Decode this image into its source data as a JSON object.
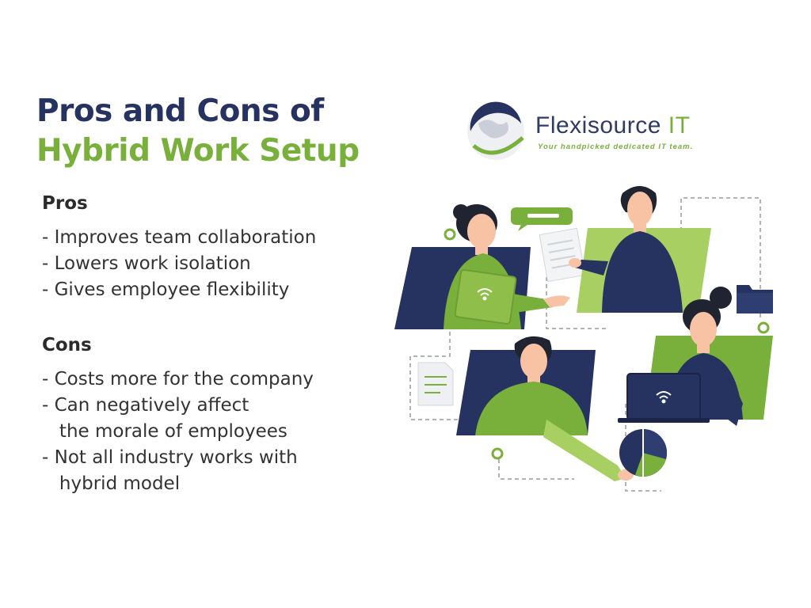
{
  "title": {
    "line1": "Pros and Cons of",
    "line2": "Hybrid Work Setup"
  },
  "pros": {
    "heading": "Pros",
    "items": [
      "- Improves team collaboration",
      "- Lowers work isolation",
      "- Gives employee flexibility"
    ]
  },
  "cons": {
    "heading": "Cons",
    "items": [
      "- Costs more for the company",
      "- Can negatively affect",
      "   the morale of employees",
      "- Not all industry works with",
      "   hybrid model"
    ]
  },
  "logo": {
    "name": "Flexisource",
    "name_suffix": "IT",
    "tagline": "Your handpicked dedicated IT team."
  },
  "colors": {
    "navy": "#26325f",
    "green": "#79b03c",
    "light_green": "#a7cf62",
    "skin": "#f7c3a4"
  },
  "icons": [
    "globe-logo-icon",
    "wifi-icon",
    "document-icon",
    "folder-icon",
    "pie-chart-icon",
    "chat-bubble-icon"
  ]
}
